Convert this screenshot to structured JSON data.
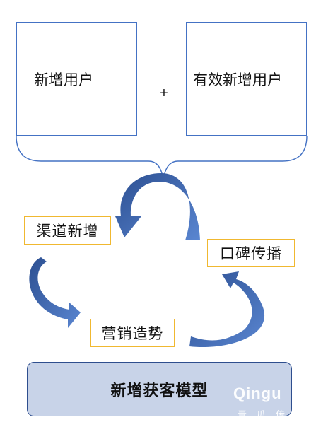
{
  "top_boxes": {
    "left_label": "新增用户",
    "plus": "+",
    "right_label": "有效新增用户"
  },
  "cycle": {
    "channel_label": "渠道新增",
    "word_of_mouth_label": "口碑传播",
    "marketing_label": "营销造势"
  },
  "model_title": "新增获客模型",
  "watermark": {
    "brand": "Qingu",
    "sub": "青瓜传"
  },
  "colors": {
    "box_border": "#4472c4",
    "label_border": "#f0b830",
    "arrow_dark": "#2c4f91",
    "arrow_light": "#4f7bc9",
    "model_fill": "#c8d3e8",
    "model_border": "#2e4e8e"
  }
}
